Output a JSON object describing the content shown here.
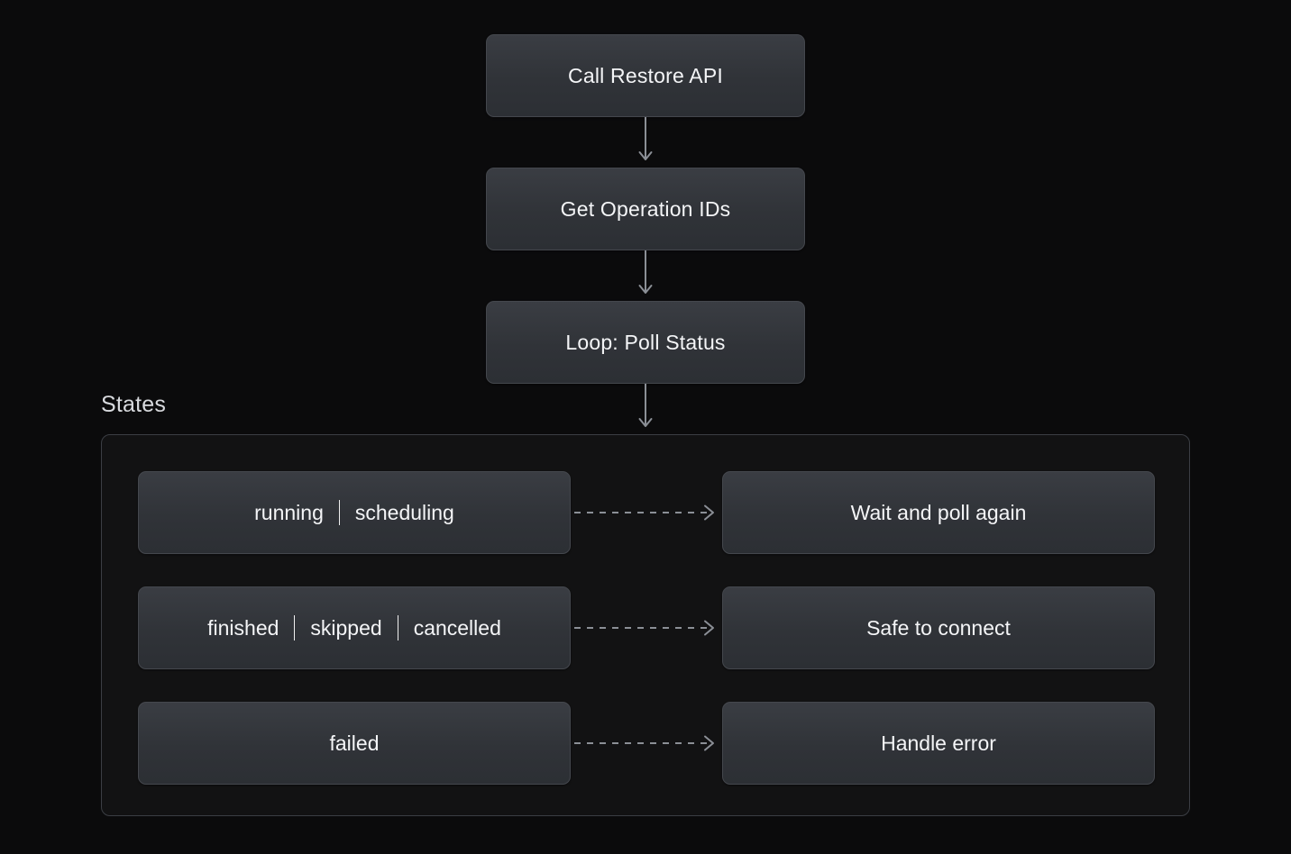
{
  "theme": {
    "page_background": "#0b0b0c",
    "node_fill_top": "#3a3d43",
    "node_fill_bottom": "#2c2f34",
    "node_border": "#44474d",
    "node_text": "#f4f5f7",
    "group_background": "#121213",
    "group_border": "#3b3e44",
    "connector": "#8b8f96",
    "separator": "#ffffff"
  },
  "flow": {
    "nodes": [
      {
        "id": "call-restore-api",
        "label": "Call Restore API"
      },
      {
        "id": "get-operation-ids",
        "label": "Get Operation IDs"
      },
      {
        "id": "loop-poll-status",
        "label": "Loop: Poll Status"
      }
    ],
    "connectors": [
      {
        "id": "arrow-1",
        "style": "solid",
        "direction": "down"
      },
      {
        "id": "arrow-2",
        "style": "solid",
        "direction": "down"
      },
      {
        "id": "arrow-3",
        "style": "solid",
        "direction": "down"
      }
    ]
  },
  "states_group": {
    "title": "States",
    "rows": [
      {
        "id": "row-running-scheduling",
        "states": [
          "running",
          "scheduling"
        ],
        "connector_style": "dashed",
        "action": "Wait and poll again"
      },
      {
        "id": "row-finished-skipped-cancelled",
        "states": [
          "finished",
          "skipped",
          "cancelled"
        ],
        "connector_style": "dashed",
        "action": "Safe to connect"
      },
      {
        "id": "row-failed",
        "states": [
          "failed"
        ],
        "connector_style": "dashed",
        "action": "Handle error"
      }
    ]
  }
}
